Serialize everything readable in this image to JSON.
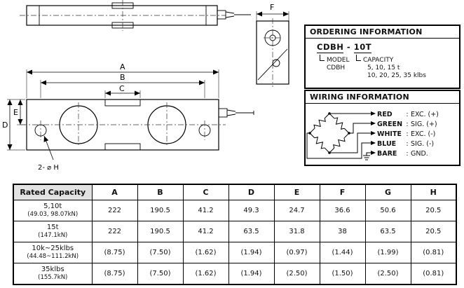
{
  "drawing": {
    "labels": {
      "a": "A",
      "b": "B",
      "c": "C",
      "d": "D",
      "e": "E",
      "f": "F"
    },
    "hole_note": "2- ⌀ H"
  },
  "ordering": {
    "title": "ORDERING INFORMATION",
    "model_code": "CDBH",
    "separator": "-",
    "capacity_code": "10T",
    "model_label": "MODEL",
    "model_value": "CDBH",
    "capacity_label": "CAPACITY",
    "capacity_line1": "5, 10, 15 t",
    "capacity_line2": "10, 20, 25, 35 klbs"
  },
  "wiring": {
    "title": "WIRING INFORMATION",
    "wires": [
      {
        "color": "RED",
        "signal": "EXC. (+)"
      },
      {
        "color": "GREEN",
        "signal": "SIG. (+)"
      },
      {
        "color": "WHITE",
        "signal": "EXC. (-)"
      },
      {
        "color": "BLUE",
        "signal": "SIG. (-)"
      },
      {
        "color": "BARE",
        "signal": "GND."
      }
    ]
  },
  "table": {
    "headers": [
      "Rated Capacity",
      "A",
      "B",
      "C",
      "D",
      "E",
      "F",
      "G",
      "H"
    ],
    "rows": [
      {
        "name": "5,10t",
        "sub": "(49.03, 98.07kN)",
        "values": [
          "222",
          "190.5",
          "41.2",
          "49.3",
          "24.7",
          "36.6",
          "50.6",
          "20.5"
        ]
      },
      {
        "name": "15t",
        "sub": "(147.1kN)",
        "values": [
          "222",
          "190.5",
          "41.2",
          "63.5",
          "31.8",
          "38",
          "63.5",
          "20.5"
        ]
      },
      {
        "name": "10k~25klbs",
        "sub": "(44.48~111.2kN)",
        "values": [
          "(8.75)",
          "(7.50)",
          "(1.62)",
          "(1.94)",
          "(0.97)",
          "(1.44)",
          "(1.99)",
          "(0.81)"
        ]
      },
      {
        "name": "35klbs",
        "sub": "(155.7kN)",
        "values": [
          "(8.75)",
          "(7.50)",
          "(1.62)",
          "(1.94)",
          "(2.50)",
          "(1.50)",
          "(2.50)",
          "(0.81)"
        ]
      }
    ]
  }
}
